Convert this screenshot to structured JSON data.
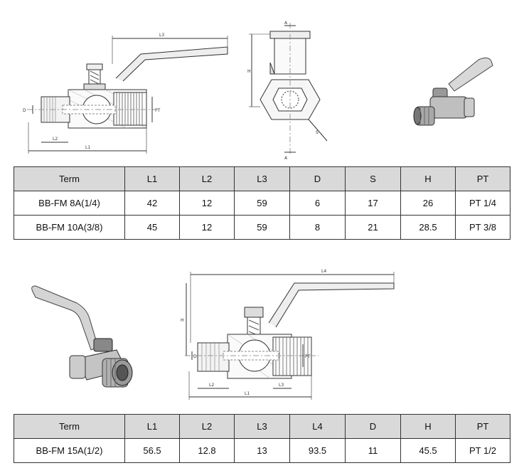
{
  "drawing1": {
    "dims": {
      "l3": "L3",
      "l2": "L2",
      "l1": "L1",
      "d": "D",
      "pt": "PT",
      "h": "H",
      "s": "S",
      "a": "A"
    }
  },
  "drawing2": {
    "dims": {
      "l4": "L4",
      "l2": "L2",
      "l1": "L1",
      "d": "D",
      "pt": "PT",
      "h": "H",
      "l3": "L3"
    }
  },
  "table1": {
    "headers": [
      "Term",
      "L1",
      "L2",
      "L3",
      "D",
      "S",
      "H",
      "PT"
    ],
    "rows": [
      [
        "BB-FM 8A(1/4)",
        "42",
        "12",
        "59",
        "6",
        "17",
        "26",
        "PT 1/4"
      ],
      [
        "BB-FM 10A(3/8)",
        "45",
        "12",
        "59",
        "8",
        "21",
        "28.5",
        "PT 3/8"
      ]
    ]
  },
  "table2": {
    "headers": [
      "Term",
      "L1",
      "L2",
      "L3",
      "L4",
      "D",
      "H",
      "PT"
    ],
    "rows": [
      [
        "BB-FM 15A(1/2)",
        "56.5",
        "12.8",
        "13",
        "93.5",
        "11",
        "45.5",
        "PT 1/2"
      ]
    ]
  }
}
